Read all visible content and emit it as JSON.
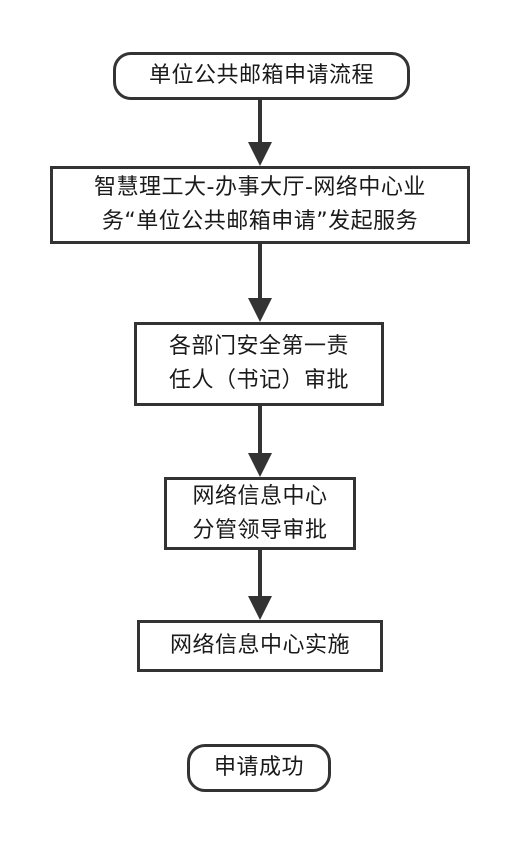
{
  "flowchart": {
    "start": "单位公共邮箱申请流程",
    "step1": {
      "line1": "智慧理工大-办事大厅-网络中心业",
      "line2": "务“单位公共邮箱申请”发起服务"
    },
    "step2": {
      "line1": "各部门安全第一责",
      "line2": "任人（书记）审批"
    },
    "step3": {
      "line1": "网络信息中心",
      "line2": "分管领导审批"
    },
    "step4": "网络信息中心实施",
    "end": "申请成功"
  },
  "colors": {
    "stroke": "#333333",
    "text": "#1a1a1a",
    "background": "#ffffff"
  }
}
